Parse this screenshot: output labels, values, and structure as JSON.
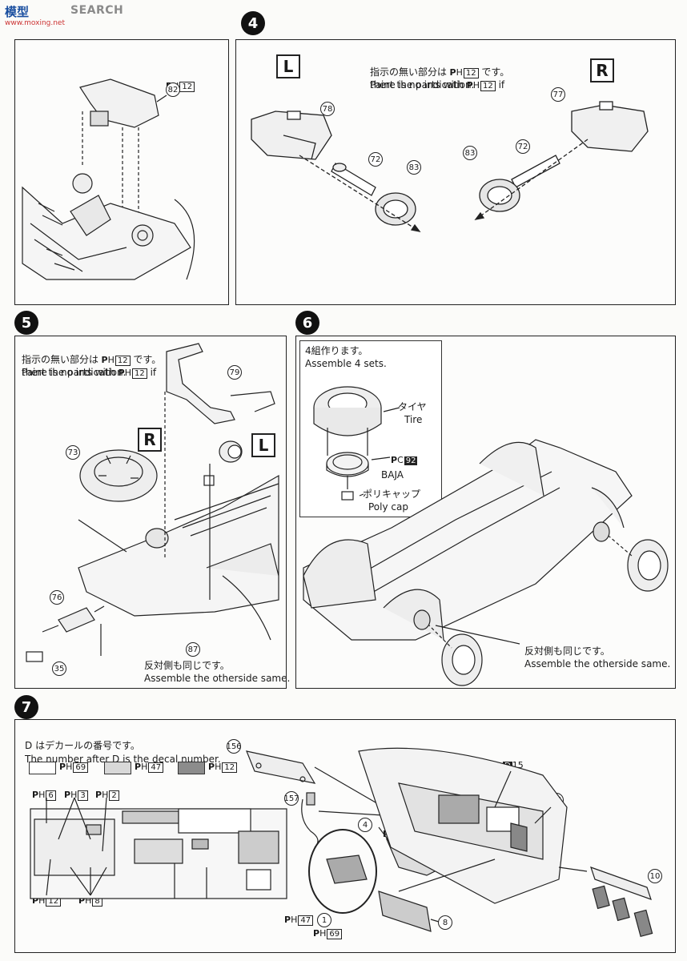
{
  "watermark": {
    "part1": "模型",
    "part2": "SEARCH",
    "sub": "www.moxing.net"
  },
  "steps": {
    "s4": {
      "number": "4",
      "note_jp": "指示の無い部分は",
      "note_jp2": "です。",
      "note_en1": "Paint the parts with",
      "note_en2": "if",
      "note_en3": "there is no indication.",
      "paint_code": "H",
      "paint_num": "12",
      "left_label": "L",
      "right_label": "R",
      "parts": [
        "78",
        "72",
        "83",
        "77",
        "72",
        "83"
      ]
    },
    "s3": {
      "paint_code": "H",
      "paint_num": "12",
      "part": "82"
    },
    "s5": {
      "number": "5",
      "note_jp": "指示の無い部分は",
      "note_jp2": "です。",
      "note_en1": "Paint the parts with",
      "note_en2": "if",
      "note_en3": "there is no indication.",
      "paint_code": "H",
      "paint_num": "12",
      "right_label": "R",
      "left_label": "L",
      "parts": [
        "79",
        "73",
        "76",
        "35",
        "87"
      ],
      "other_jp": "反対側も同じです。",
      "other_en": "Assemble the otherside same."
    },
    "s6": {
      "number": "6",
      "sets_jp": "4組作ります。",
      "sets_en": "Assemble 4 sets.",
      "tire_jp": "タイヤ",
      "tire_en": "Tire",
      "wheel_code": "C",
      "wheel_num": "92",
      "wheel_name": "BAJA",
      "polycap_jp": "ポリキャップ",
      "polycap_en": "Poly cap",
      "other_jp": "反対側も同じです。",
      "other_en": "Assemble the otherside same."
    },
    "s7": {
      "number": "7",
      "decal_jp": "はデカールの番号です。",
      "decal_en1": "The number after",
      "decal_en2": "is the decal number.",
      "decal_letter": "D",
      "legend": [
        {
          "code": "H",
          "num": "69",
          "color": "#ffffff"
        },
        {
          "code": "H",
          "num": "47",
          "color": "#d8d8d8"
        },
        {
          "code": "H",
          "num": "12",
          "color": "#8c8c8c"
        }
      ],
      "dash_codes": [
        {
          "code": "H",
          "num": "6"
        },
        {
          "code": "H",
          "num": "3"
        },
        {
          "code": "H",
          "num": "2"
        },
        {
          "code": "H",
          "num": "12"
        },
        {
          "code": "H",
          "num": "8"
        }
      ],
      "parts": [
        "156",
        "157",
        "4",
        "15",
        "10",
        "8",
        "1"
      ],
      "decal_num": "15",
      "knob_code": {
        "code": "H",
        "num": "12"
      },
      "wheel_codes": [
        {
          "code": "H",
          "num": "47"
        },
        {
          "code": "H",
          "num": "69"
        }
      ]
    }
  },
  "colors": {
    "ink": "#1a1a1a",
    "panel_bg": "#fcfcfb",
    "legend_mid": "#d8d8d8",
    "legend_dark": "#8c8c8c"
  }
}
